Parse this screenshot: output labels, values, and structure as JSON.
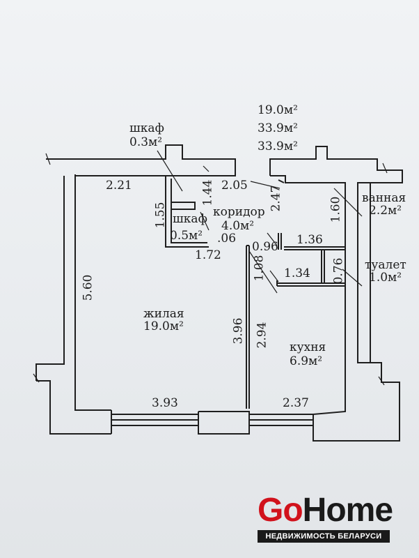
{
  "summary": {
    "line1": "19.0м²",
    "line2": "33.9м²",
    "line3": "33.9м²"
  },
  "rooms": {
    "closet1_name": "шкаф",
    "closet1_area": "0.3м²",
    "closet2_name": "шкаф",
    "closet2_area": "0.5м²",
    "corridor_name": "коридор",
    "corridor_area": "4.0м²",
    "living_name": "жилая",
    "living_area": "19.0м²",
    "kitchen_name": "кухня",
    "kitchen_area": "6.9м²",
    "bath_name": "ванная",
    "bath_area": "2.2м²",
    "toilet_name": "туалет",
    "toilet_area": "1.0м²"
  },
  "dimensions": {
    "d_2_21": "2.21",
    "d_2_05": "2.05",
    "d_1_44": "1.44",
    "d_2_47": "2.47",
    "d_1_55": "1.55",
    "d_1_06": ".06",
    "d_1_72": "1.72",
    "d_0_96": "0.96",
    "d_1_36": "1.36",
    "d_1_60": "1.60",
    "d_1_08": "1.08",
    "d_1_34": "1.34",
    "d_0_76": "0.76",
    "d_5_60": "5.60",
    "d_3_96": "3.96",
    "d_2_94": "2.94",
    "d_3_93": "3.93",
    "d_2_37": "2.37"
  },
  "brand": {
    "go": "Go",
    "home": "Home",
    "tagline": "НЕДВИЖИМОСТЬ БЕЛАРУСИ"
  }
}
